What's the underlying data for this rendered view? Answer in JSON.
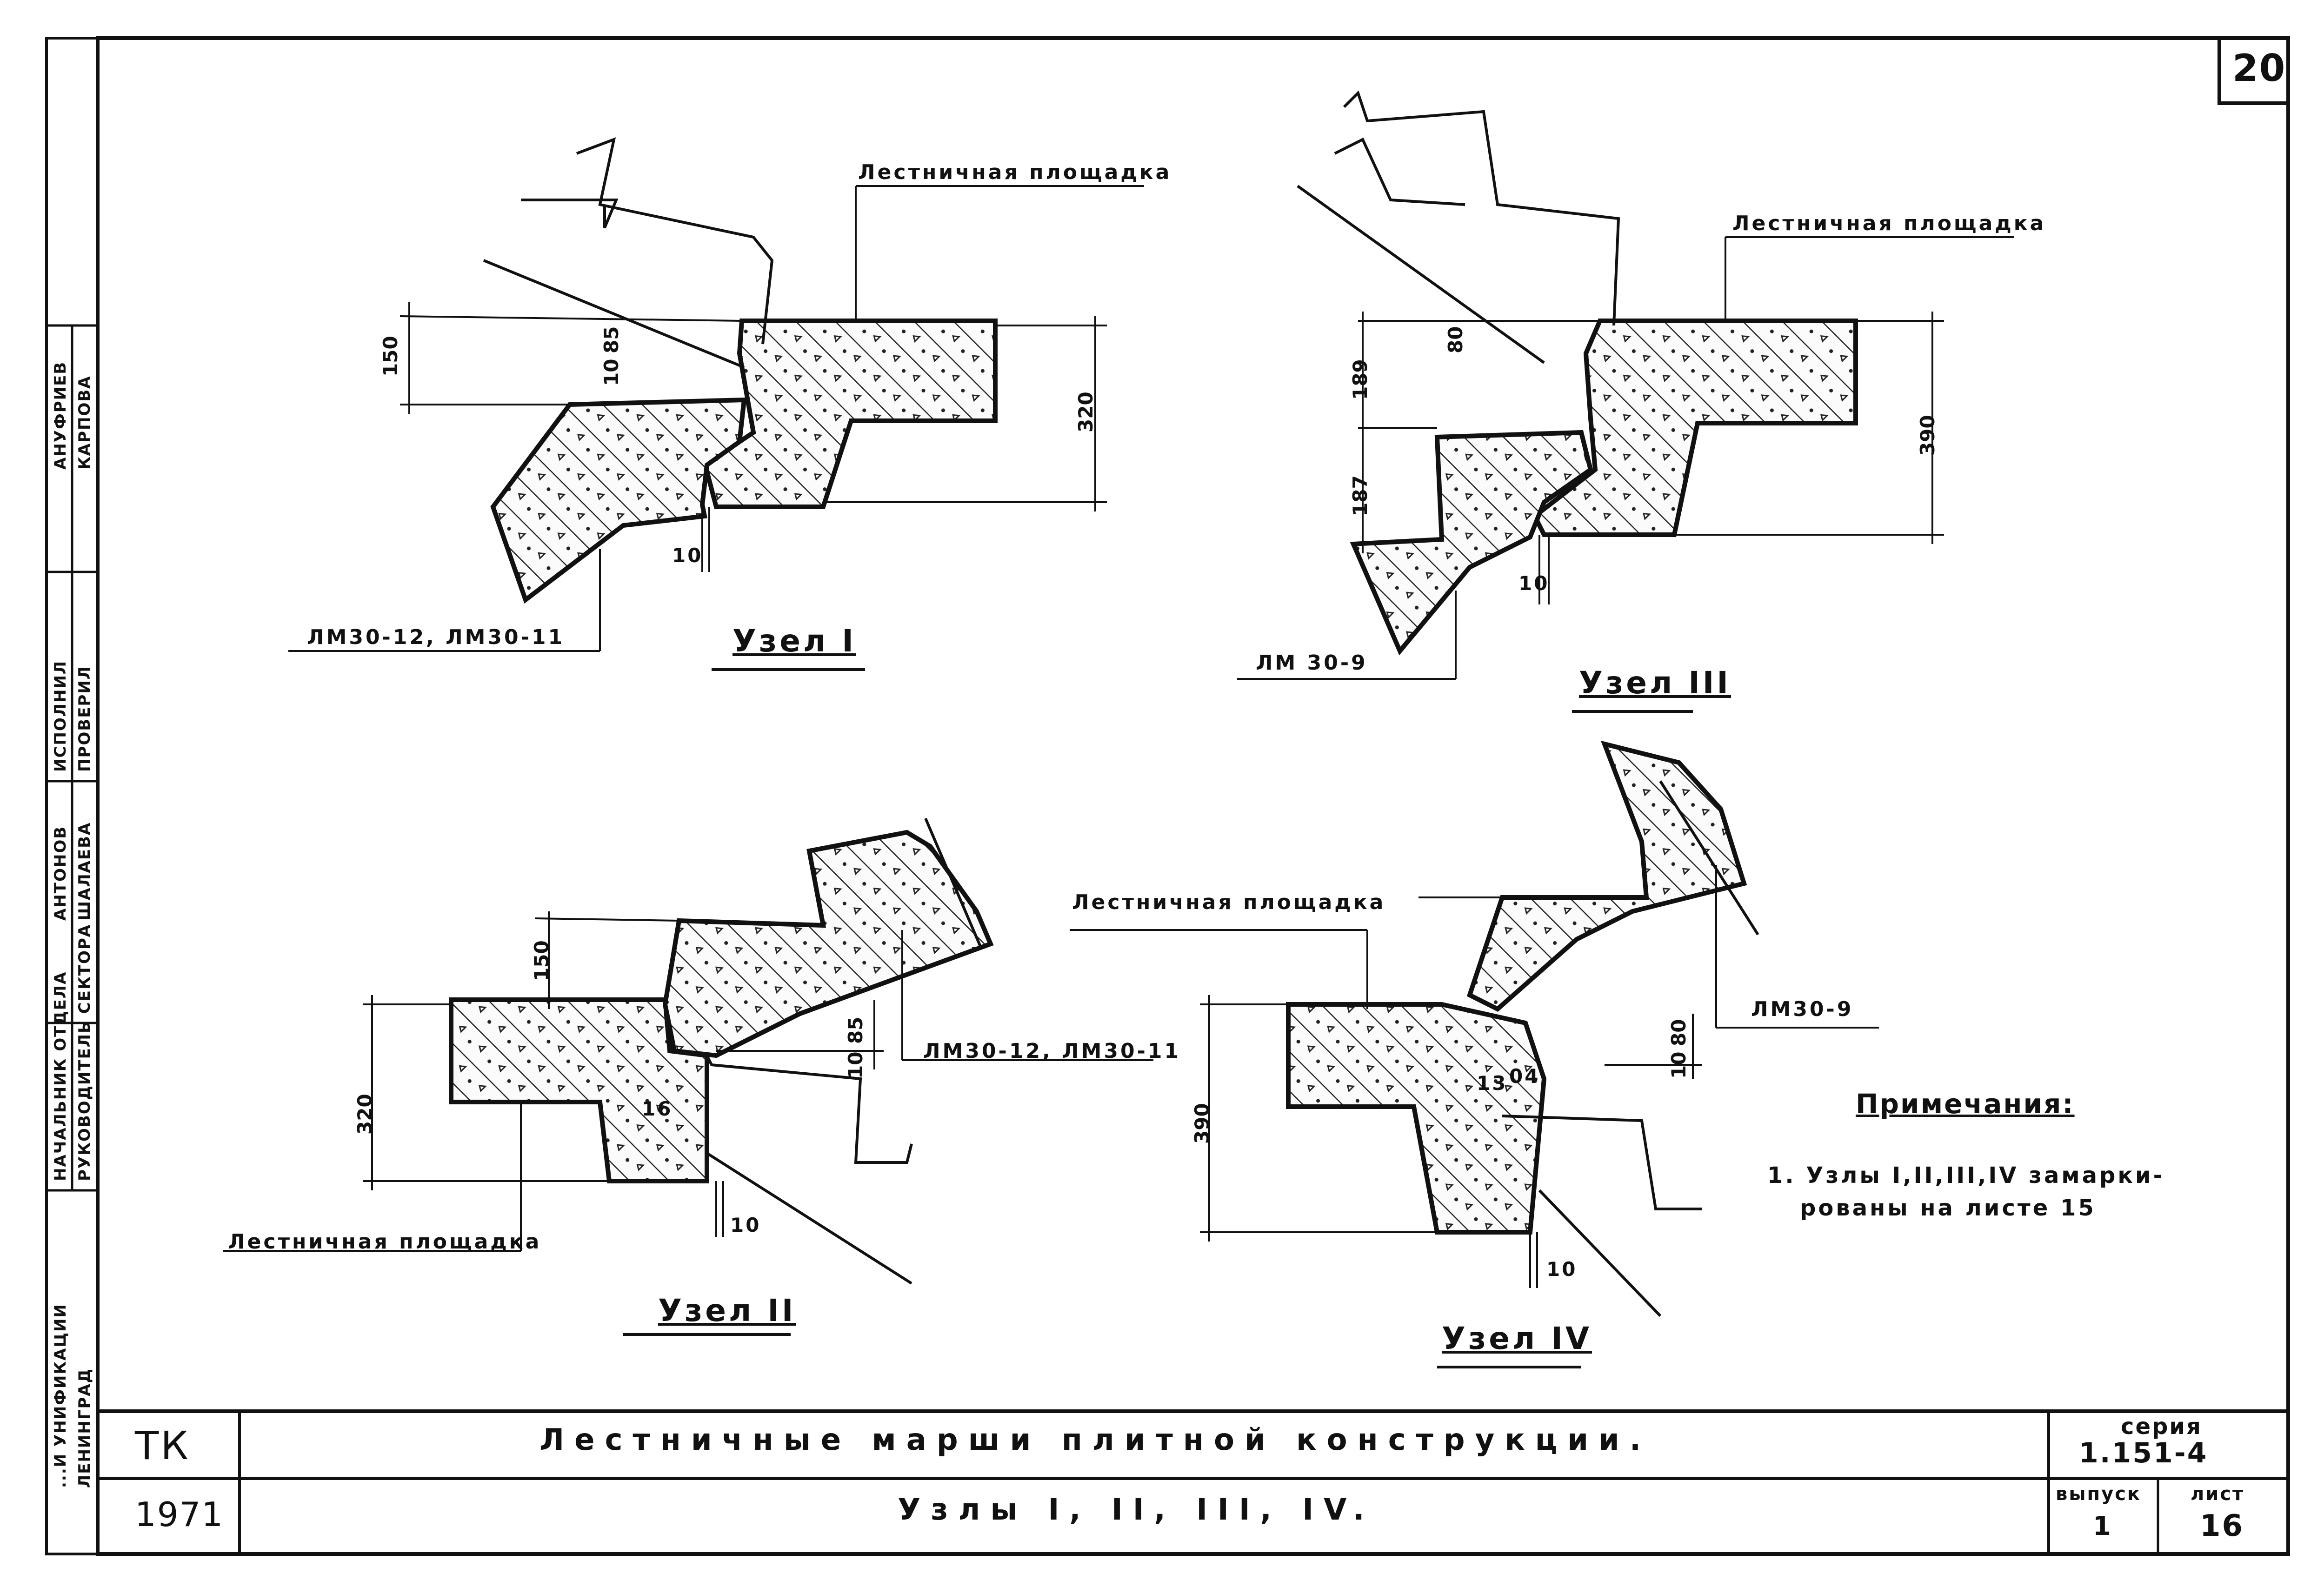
{
  "sheet_number": "20",
  "nodes": {
    "node1": {
      "title": "Узел I",
      "landing_label": "Лестничная площадка",
      "flight_label": "ЛМ30-12, ЛМ30-11",
      "dims": [
        "150",
        "10",
        "85",
        "320",
        "10"
      ]
    },
    "node3": {
      "title": "Узел III",
      "landing_label": "Лестничная площадка",
      "flight_label": "ЛМ 30-9",
      "dims": [
        "189",
        "80",
        "187",
        "390",
        "10"
      ]
    },
    "node2": {
      "title": "Узел II",
      "landing_label_top": "",
      "landing_label": "Лестничная площадка",
      "flight_label": "ЛМ30-12, ЛМ30-11",
      "dims": [
        "150",
        "320",
        "85",
        "10",
        "16",
        "10"
      ]
    },
    "node4": {
      "title": "Узел IV",
      "landing_label": "Лестничная площадка",
      "flight_label": "ЛМ30-9",
      "dims": [
        "390",
        "80",
        "10",
        "13",
        "04",
        "10"
      ]
    }
  },
  "notes": {
    "heading": "Примечания:",
    "item1_line1": "1. Узлы I,II,III,IV замарки-",
    "item1_line2": "рованы на листе 15"
  },
  "side_stamp": {
    "col1": [
      "НАЧАЛЬНИК ОТДЕЛА",
      "РУКОВОДИТЕЛЬ СЕКТОРА"
    ],
    "col2": [
      "АНТОНОВ",
      "ШАЛАЕВА"
    ],
    "col3": [
      "ИСПОЛНИЛ",
      "ПРОВЕРИЛ"
    ],
    "col4": [
      "АНУФРИЕВ",
      "КАРПОВА"
    ],
    "org": [
      "...И УНИФИКАЦИИ",
      "ЛЕНИНГРАД"
    ]
  },
  "title_block": {
    "code": "ТК",
    "year": "1971",
    "title": "Лестничные марши плитной конструкции.",
    "subtitle": "Узлы I, II, III, IV.",
    "series_label": "серия",
    "series_value": "1.151-4",
    "issue_label": "выпуск",
    "issue_value": "1",
    "sheet_label": "лист",
    "sheet_value": "16"
  }
}
